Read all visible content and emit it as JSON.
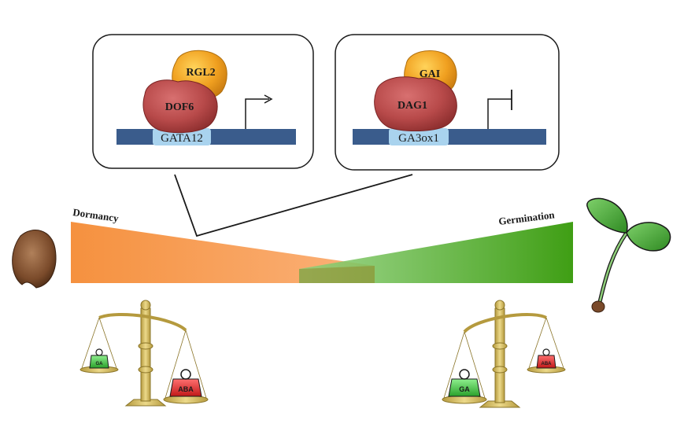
{
  "panels": {
    "left": {
      "top_protein": "RGL2",
      "bottom_protein": "DOF6",
      "gene": "GATA12",
      "regulation": "activation"
    },
    "right": {
      "top_protein": "GAI",
      "bottom_protein": "DAG1",
      "gene": "GA3ox1",
      "regulation": "repression"
    }
  },
  "gradient": {
    "left_label": "Dormancy",
    "right_label": "Germination",
    "left_color": "#f5913f",
    "right_color": "#3f9e14"
  },
  "scales": {
    "left": {
      "light_weight": "GA",
      "heavy_weight": "ABA"
    },
    "right": {
      "heavy_weight": "GA",
      "light_weight": "ABA"
    }
  },
  "colors": {
    "dna_bar": "#3a5c8c",
    "gene_box": "#a9d3ee",
    "rgl2": "#f0a020",
    "dof6": "#b84a4a",
    "ga_weight": "#3ac23a",
    "aba_weight": "#d42a2a",
    "scale_gold": "#d2bd6a",
    "seed": "#8a5a3a",
    "leaf": "#4caa3a"
  }
}
